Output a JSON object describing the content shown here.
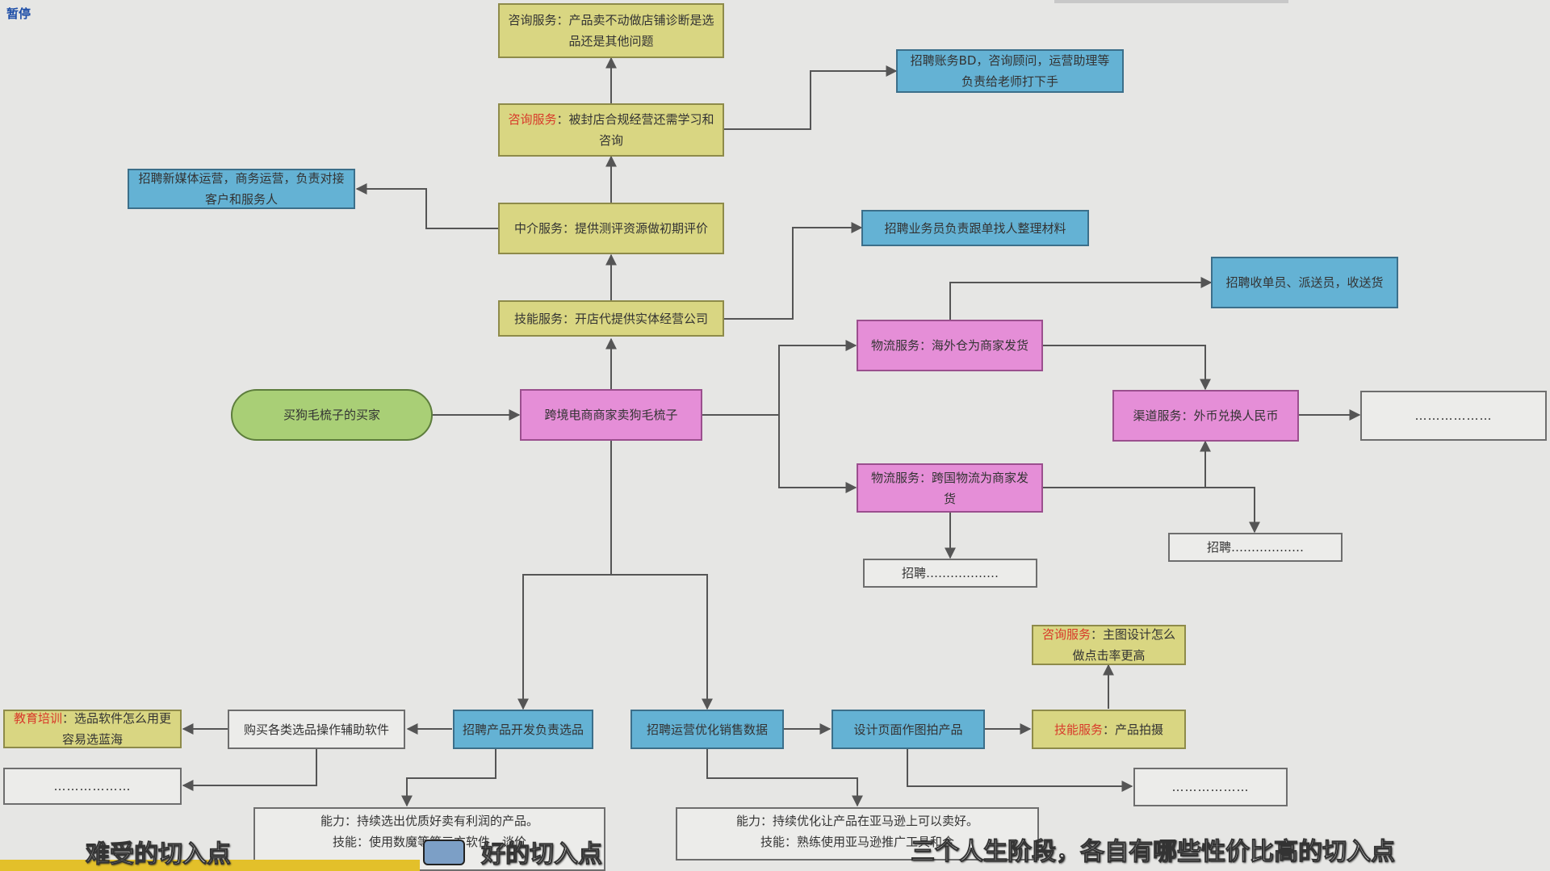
{
  "overlay": {
    "pause_label": "暂停",
    "captions": [
      "难受的切入点",
      "好的切入点",
      "三个人生阶段，各自有哪些性价比高的切入点"
    ]
  },
  "icons": {
    "caption_icon": "monitor-icon"
  },
  "diagram": {
    "nodes": {
      "consult_top": "咨询服务：产品卖不动做店铺诊断是选品还是其他问题",
      "consult_closed_label": "咨询服务",
      "consult_closed_text": "：被封店合规经营还需学习和咨询",
      "hire_bd": "招聘账务BD，咨询顾问，运营助理等负责给老师打下手",
      "hire_newmedia": "招聘新媒体运营，商务运营，负责对接客户和服务人",
      "agency": "中介服务：提供测评资源做初期评价",
      "hire_sales": "招聘业务员负责跟单找人整理材料",
      "skill_shop": "技能服务：开店代提供实体经营公司",
      "hire_courier": "招聘收单员、派送员，收送货",
      "logistics_overseas": "物流服务：海外仓为商家发货",
      "buyer": "买狗毛梳子的买家",
      "seller": "跨境电商商家卖狗毛梳子",
      "channel": "渠道服务：外币兑换人民币",
      "placeholder_right": "………………",
      "logistics_cross": "物流服务：跨国物流为商家发货",
      "hire_right": "招聘………………",
      "hire_mid": "招聘………………",
      "consult_design_label": "咨询服务",
      "consult_design_text": "：主图设计怎么做点击率更高",
      "edu_label": "教育培训",
      "edu_text": "：选品软件怎么用更容易选蓝海",
      "buy_software": "购买各类选品操作辅助软件",
      "hire_product": "招聘产品开发负责选品",
      "hire_ops": "招聘运营优化销售数据",
      "design_page": "设计页面作图拍产品",
      "skill_photo_label": "技能服务",
      "skill_photo_text": "：产品拍摄",
      "placeholder_left": "………………",
      "placeholder_bottom": "………………",
      "ability_product_1": "能力：持续选出优质好卖有利润的产品。",
      "ability_product_2": "技能：使用数魔等第三方软件，谈价",
      "ability_ops_1": "能力：持续优化让产品在亚马逊上可以卖好。",
      "ability_ops_2": "技能：熟练使用亚马逊推广工具和合"
    }
  },
  "colors": {
    "wire": "#555555",
    "accent_red": "#d83a2a",
    "yellow_node": "#d9d682",
    "blue_node": "#64b2d4",
    "pink_node": "#e58ed7",
    "green_node": "#a9cf76"
  }
}
